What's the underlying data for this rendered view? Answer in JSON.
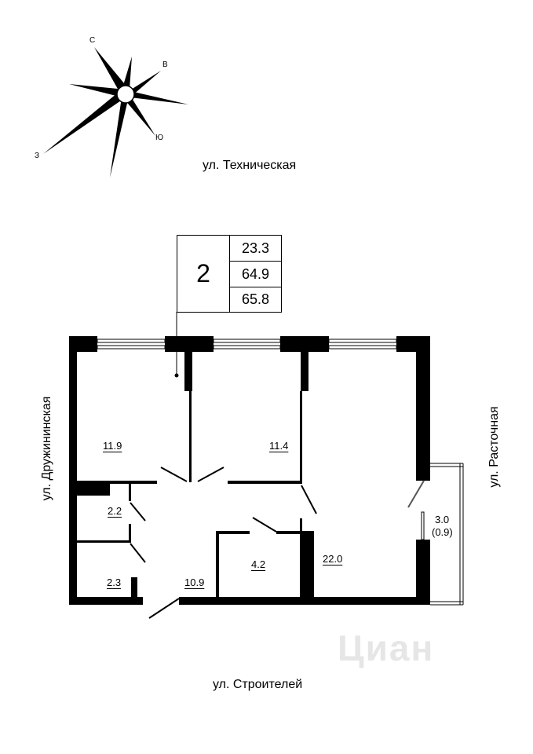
{
  "compass": {
    "north": "С",
    "east": "В",
    "south": "Ю",
    "west": "З"
  },
  "streets": {
    "top": "ул. Техническая",
    "left": "ул. Дружининская",
    "right": "ул. Расточная",
    "bottom": "ул. Строителей"
  },
  "apartment": {
    "rooms_count": "2",
    "living_area": "23.3",
    "total_area": "64.9",
    "total_area_with_balcony": "65.8"
  },
  "rooms": {
    "bedroom_1": "11.9",
    "bedroom_2": "11.4",
    "bathroom_1": "2.2",
    "bathroom_2": "2.3",
    "hallway": "10.9",
    "storage": "4.2",
    "living_kitchen": "22.0",
    "balcony": "3.0",
    "balcony_reduced": "(0.9)"
  },
  "watermark": "Циан"
}
